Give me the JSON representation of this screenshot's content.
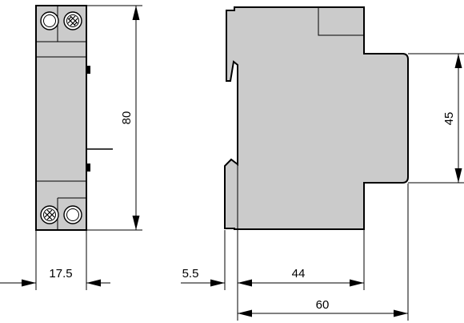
{
  "diagram": {
    "dimensions": {
      "height_front": "80",
      "width_front": "17.5",
      "offset_side": "5.5",
      "depth_side": "44",
      "total_depth": "60",
      "front_height_side": "45"
    }
  }
}
